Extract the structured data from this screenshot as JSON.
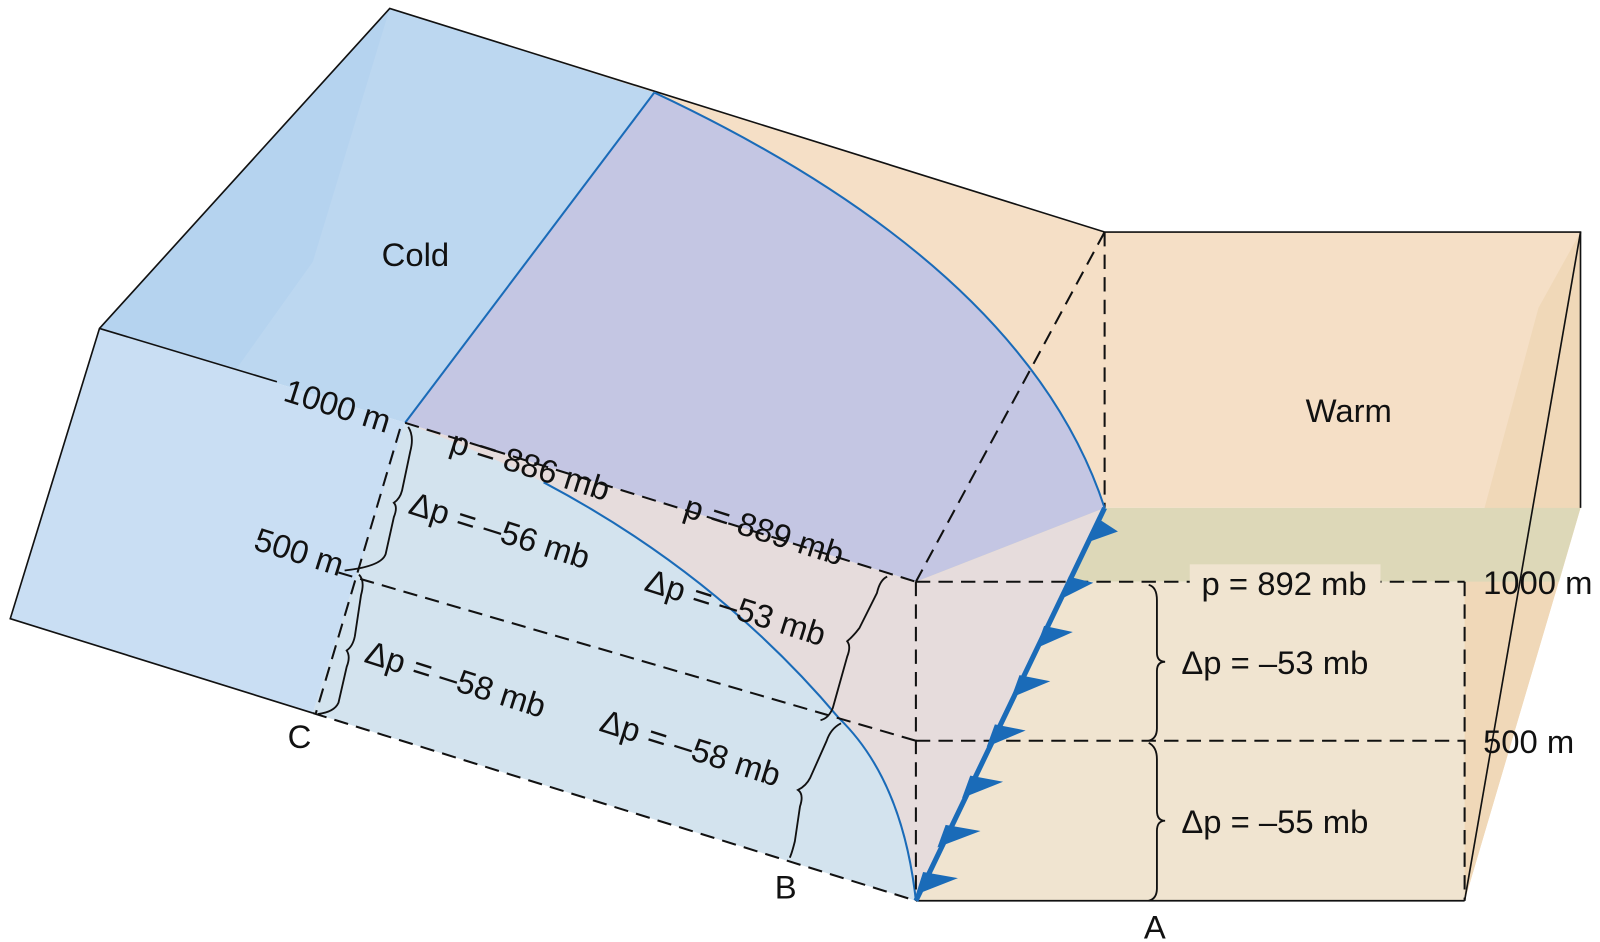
{
  "labels": {
    "cold": "Cold",
    "warm": "Warm",
    "left_1000": "1000 m",
    "left_500": "500 m",
    "right_1000": "1000 m",
    "right_500": "500 m",
    "p_c": "p = 886 mb",
    "p_b": "p = 889 mb",
    "p_a": "p = 892 mb",
    "dp_c_upper": "Δp = –56 mb",
    "dp_c_lower": "Δp = –58 mb",
    "dp_b_upper": "Δp = –53 mb",
    "dp_b_lower": "Δp = –58 mb",
    "dp_a_upper": "Δp = –53 mb",
    "dp_a_lower": "Δp = –55 mb",
    "point_a": "A",
    "point_b": "B",
    "point_c": "C"
  },
  "colors": {
    "cold_top": "#bcd7f0",
    "cold_side": "#c9def3",
    "cold_front": "#d3e3ee",
    "front_surface": "#c4c6e3",
    "warm_top": "#f5dfc6",
    "warm_front": "#f0e4d0",
    "warm_side": "#f0d8b8",
    "band": "#ddd8b8",
    "front_line": "#1a6bb8"
  }
}
